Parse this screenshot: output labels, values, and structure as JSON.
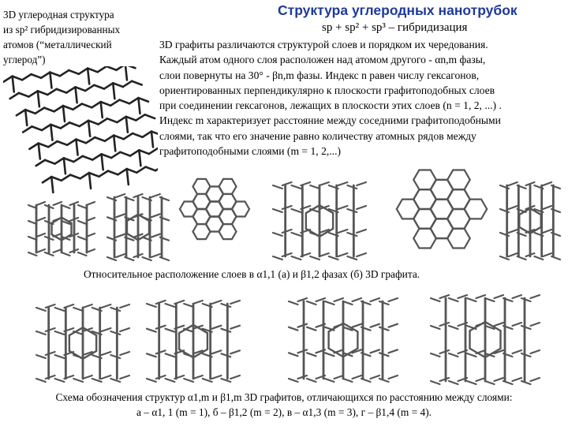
{
  "title": "Структура углеродных нанотрубок",
  "subtitle": "sp + sp² + sp³ – гибридизация",
  "left_caption": {
    "lines": [
      "3D углеродная структура",
      "из sp² гибридизированных",
      "атомов (“металлический",
      "углерод”)"
    ]
  },
  "main_text": {
    "lines": [
      "3D графиты различаются структурой слоев и порядком их чередования.",
      "Каждый атом одного слоя расположен над атомом другого - αn,m фазы,",
      "слои повернуты на 30° - βn,m фазы. Индекс n равен числу гексагонов,",
      "ориентированных перпендикулярно к плоскости графитоподобных слоев",
      "при соединении гексагонов, лежащих в плоскости этих слоев (n = 1, 2, ...) .",
      "Индекс m характеризует расстояние между соседними графитоподобными",
      "слоями, так что его значение равно количеству атомных рядов между",
      "графитоподобными слоями (m = 1, 2,...)"
    ]
  },
  "figure_caption_1": "Относительное расположение слоев в α1,1 (а) и β1,2 фазах (б) 3D графита.",
  "figure_caption_2": {
    "line1": "Схема обозначения структур α1,m и β1,m 3D графитов, отличающихся по расстоянию между слоями:",
    "line2": "а – α1, 1 (m = 1), б – β1,2 (m = 2), в – α1,3 (m = 3), г – β1,4 (m = 4)."
  }
}
